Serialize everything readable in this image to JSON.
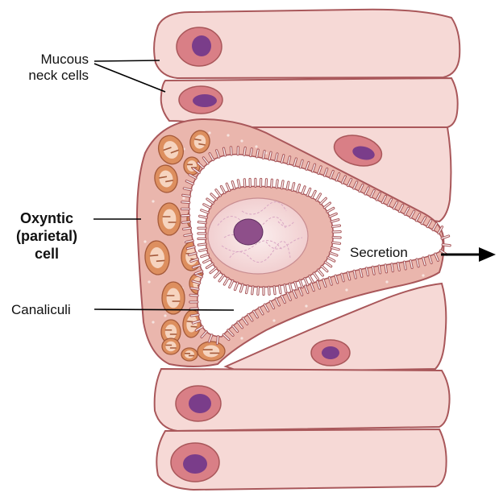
{
  "labels": {
    "mucous_neck_cells": [
      "Mucous",
      "neck cells"
    ],
    "oxyntic_cell": [
      "Oxyntic",
      "(parietal)",
      "cell"
    ],
    "canaliculi": "Canaliculi",
    "secretion": "Secretion"
  },
  "colors": {
    "cell_fill": "#f6d9d6",
    "cell_stroke": "#a9575a",
    "oxyntic_fill": "#eab6ad",
    "oxyntic_dots": "#f6e3df",
    "nucleus_halo": "#d97f86",
    "nucleus_core": "#7a3d8a",
    "mitochondria_fill": "#dd8f5f",
    "mitochondria_inner": "#f6d4bf",
    "parietal_nucleus": "#f7dede",
    "lumen": "#ffffff",
    "leader_lines": "#000000"
  },
  "icons": {
    "secretion_arrow": "right-arrow-icon"
  }
}
